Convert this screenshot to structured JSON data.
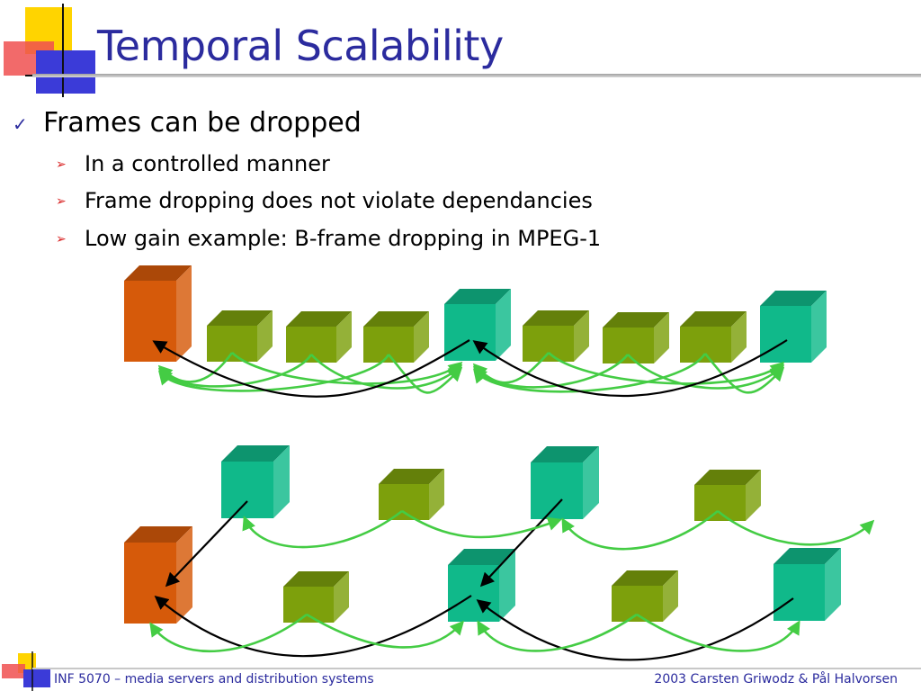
{
  "slide": {
    "title": "Temporal Scalability",
    "bullet_main": {
      "icon": "checkmark-icon",
      "text": "Frames can be dropped"
    },
    "sub_bullet_icon": "arrowhead-icon",
    "sub_bullets": [
      "In a controlled manner",
      "Frame dropping does not violate dependancies",
      "Low gain example: B-frame dropping in MPEG-1"
    ]
  },
  "footer": {
    "left": "INF 5070 – media servers and distribution systems",
    "right": "2003  Carsten Griwodz & Pål Halvorsen"
  },
  "diagram": {
    "colors": {
      "I_frame": "#D65A0A",
      "P_frame": "#10B98A",
      "B_frame": "#7DA00C",
      "prediction_arrow": "#000000",
      "bidirectional_arrow": "#44CC44"
    },
    "top_row": [
      "I",
      "B",
      "B",
      "B",
      "P",
      "B",
      "B",
      "B",
      "P"
    ],
    "bottom_upper_row": [
      "P",
      "B",
      "P",
      "B"
    ],
    "bottom_lower_row": [
      "I",
      "B",
      "P",
      "B",
      "P"
    ]
  },
  "theme": {
    "title_color": "#2B2B9E",
    "logo_yellow": "#FFD400",
    "logo_red": "#F04040",
    "logo_blue": "#3B3BD8"
  }
}
